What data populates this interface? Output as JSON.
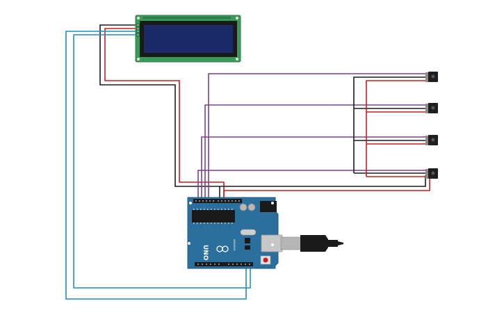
{
  "board": {
    "name_label": "UNO",
    "brand_label": "ARDUINO"
  },
  "colors": {
    "wire_black": "#1a1a1a",
    "wire_red": "#d01a1a",
    "wire_purple": "#7a3d9a",
    "wire_blue": "#1d8fbf",
    "board_blue": "#2a6f9e",
    "lcd_green": "#3a9a5a",
    "lcd_screen": "#1c2a6a"
  },
  "components": {
    "lcd": "lcd-16x2-display",
    "sensors": [
      "sensor-1",
      "sensor-2",
      "sensor-3",
      "sensor-4"
    ],
    "usb": "usb-cable"
  }
}
